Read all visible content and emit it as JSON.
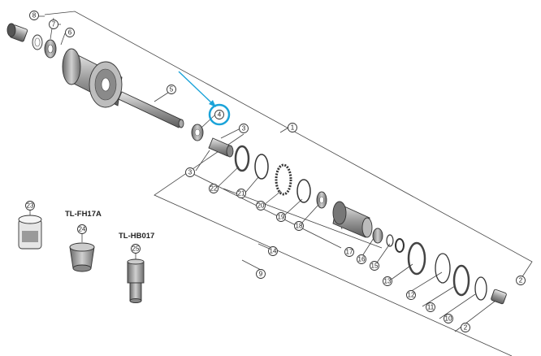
{
  "diagram": {
    "callouts": [
      {
        "id": "c8",
        "label": "8"
      },
      {
        "id": "c7",
        "label": "7"
      },
      {
        "id": "c6",
        "label": "6"
      },
      {
        "id": "c5",
        "label": "5"
      },
      {
        "id": "c4",
        "label": "4"
      },
      {
        "id": "c3a",
        "label": "3"
      },
      {
        "id": "c3b",
        "label": "3"
      },
      {
        "id": "c1",
        "label": "1"
      },
      {
        "id": "c22",
        "label": "22"
      },
      {
        "id": "c21",
        "label": "21"
      },
      {
        "id": "c20",
        "label": "20"
      },
      {
        "id": "c19",
        "label": "19"
      },
      {
        "id": "c18",
        "label": "18"
      },
      {
        "id": "c17",
        "label": "17"
      },
      {
        "id": "c16",
        "label": "16"
      },
      {
        "id": "c15",
        "label": "15"
      },
      {
        "id": "c14",
        "label": "14"
      },
      {
        "id": "c9",
        "label": "9"
      },
      {
        "id": "c13",
        "label": "13"
      },
      {
        "id": "c12",
        "label": "12"
      },
      {
        "id": "c11",
        "label": "11"
      },
      {
        "id": "c10",
        "label": "10"
      },
      {
        "id": "c2a",
        "label": "2"
      },
      {
        "id": "c2b",
        "label": "2"
      },
      {
        "id": "c23",
        "label": "23"
      },
      {
        "id": "c24",
        "label": "24"
      },
      {
        "id": "c25",
        "label": "25"
      }
    ],
    "tools": [
      {
        "id": "t1",
        "label": "TL-FH17A"
      },
      {
        "id": "t2",
        "label": "TL-HB017"
      }
    ],
    "highlight": {
      "target": "4",
      "color": "#1aa3d9"
    }
  }
}
